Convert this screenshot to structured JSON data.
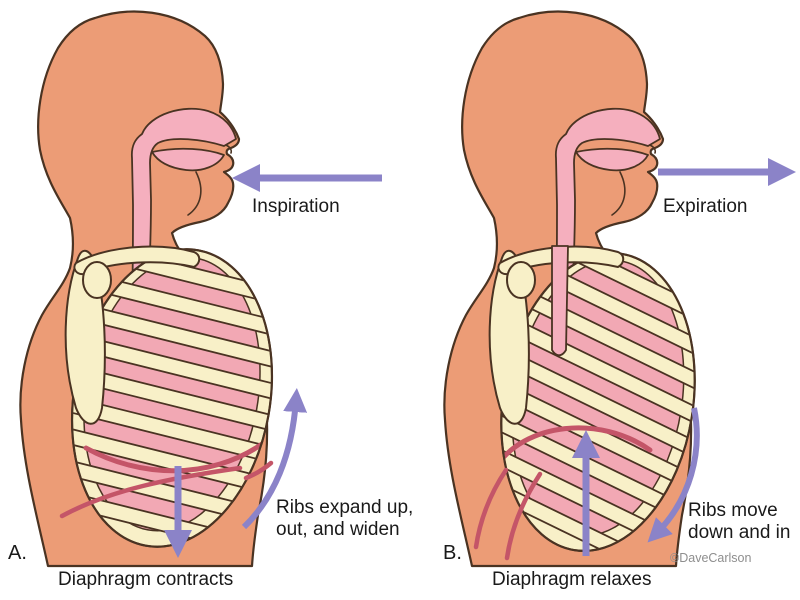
{
  "diagram": {
    "panel_a": {
      "letter": "A.",
      "breath_label": "Inspiration",
      "ribs_note": "Ribs expand up,\nout, and widen",
      "caption": "Diaphragm contracts"
    },
    "panel_b": {
      "letter": "B.",
      "breath_label": "Expiration",
      "ribs_note": "Ribs move\ndown and in",
      "caption": "Diaphragm relaxes"
    },
    "credit": "©DaveCarlson"
  },
  "icons": {
    "inspiration_arrow": "left-arrow",
    "expiration_arrow": "right-arrow",
    "diaphragm_contract_arrow": "down-arrow",
    "diaphragm_relax_arrow": "up-arrow",
    "ribs_expand_arrow": "curved-up-arrow",
    "ribs_move_arrow": "curved-down-arrow"
  },
  "colors": {
    "skin": "#EC9C76",
    "skin_outline": "#4A3322",
    "airway_pink": "#F5AFBE",
    "lung_pink": "#F2A8B4",
    "rib_cream": "#F8F0C8",
    "diaphragm_red": "#C45568",
    "arrow_purple": "#8B83C8",
    "text": "#1A1A1A",
    "credit_gray": "#8E8E8E",
    "background": "#FFFFFF"
  }
}
